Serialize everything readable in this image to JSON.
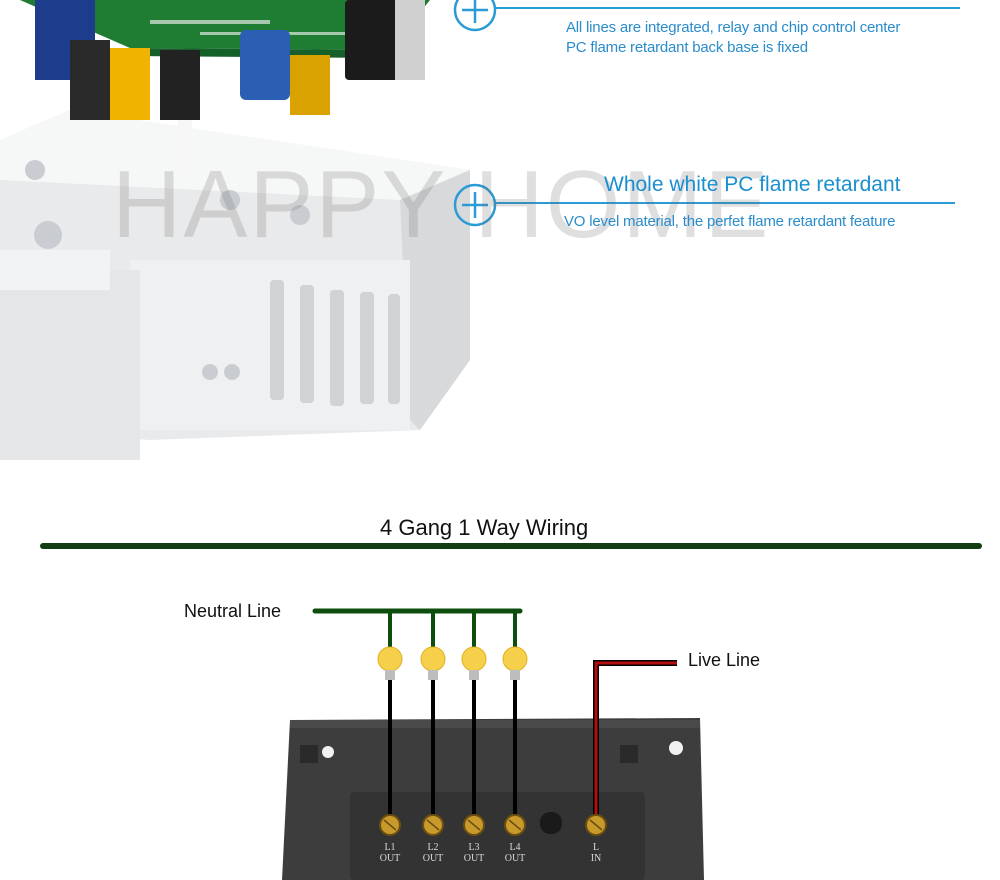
{
  "photo": {
    "watermark": "HAPPY HOME",
    "callouts": [
      {
        "lines": [
          "All lines are integrated, relay and chip control center",
          "PC flame retardant back base is fixed"
        ]
      },
      {
        "title": "Whole white PC flame retardant",
        "lines": [
          "VO level material, the perfet flame retardant feature"
        ]
      }
    ]
  },
  "wiring": {
    "title": "4 Gang 1 Way Wiring",
    "neutral_label": "Neutral Line",
    "live_label": "Live Line",
    "terminals": [
      {
        "name": "L1",
        "type": "OUT"
      },
      {
        "name": "L2",
        "type": "OUT"
      },
      {
        "name": "L3",
        "type": "OUT"
      },
      {
        "name": "L4",
        "type": "OUT"
      },
      {
        "name": "L",
        "type": "IN"
      }
    ],
    "colors": {
      "neutral": "#0d4d0d",
      "live": "#b01010",
      "wire": "#000000",
      "divider": "#123d12",
      "bulb": "#f6d04a"
    }
  }
}
